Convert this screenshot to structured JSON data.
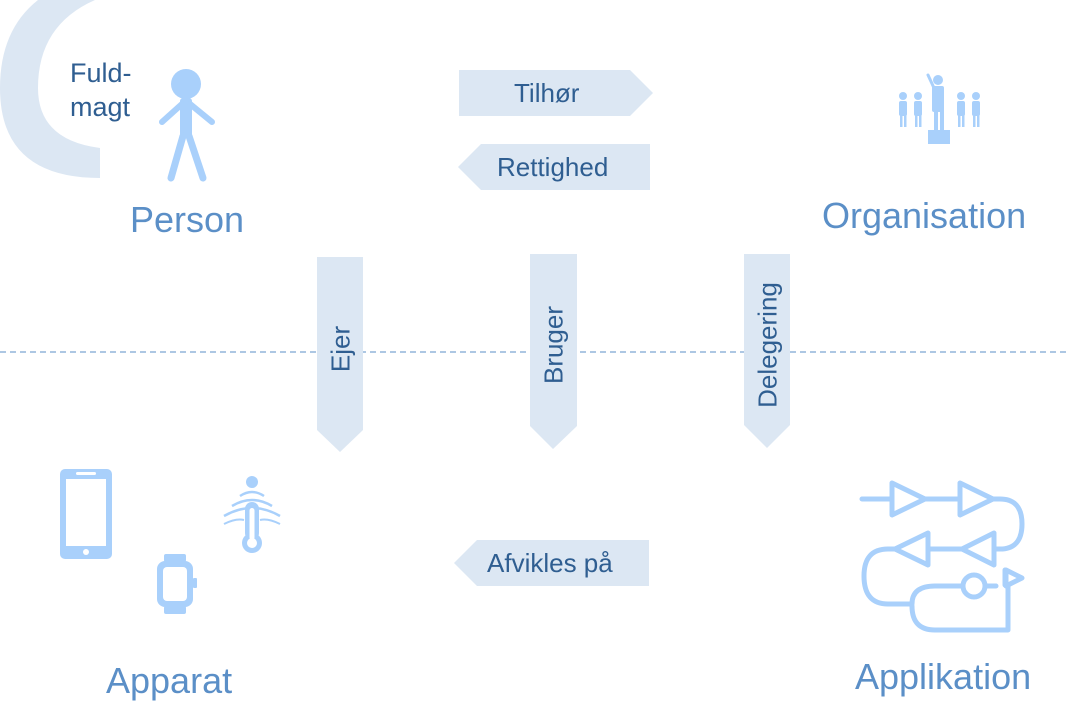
{
  "entities": {
    "person": "Person",
    "organisation": "Organisation",
    "apparat": "Apparat",
    "applikation": "Applikation"
  },
  "fuldmagt": {
    "line1": "Fuld-",
    "line2": "magt"
  },
  "relations": {
    "tilhor": "Tilhør",
    "rettighed": "Rettighed",
    "ejer": "Ejer",
    "bruger": "Bruger",
    "delegering": "Delegering",
    "afvikles": "Afvikles på"
  },
  "colors": {
    "arrow_fill": "#dce7f3",
    "icon": "#a9d0fb",
    "label": "#5b8fc7",
    "text": "#2f5e91",
    "divider": "#5b8fc7"
  }
}
